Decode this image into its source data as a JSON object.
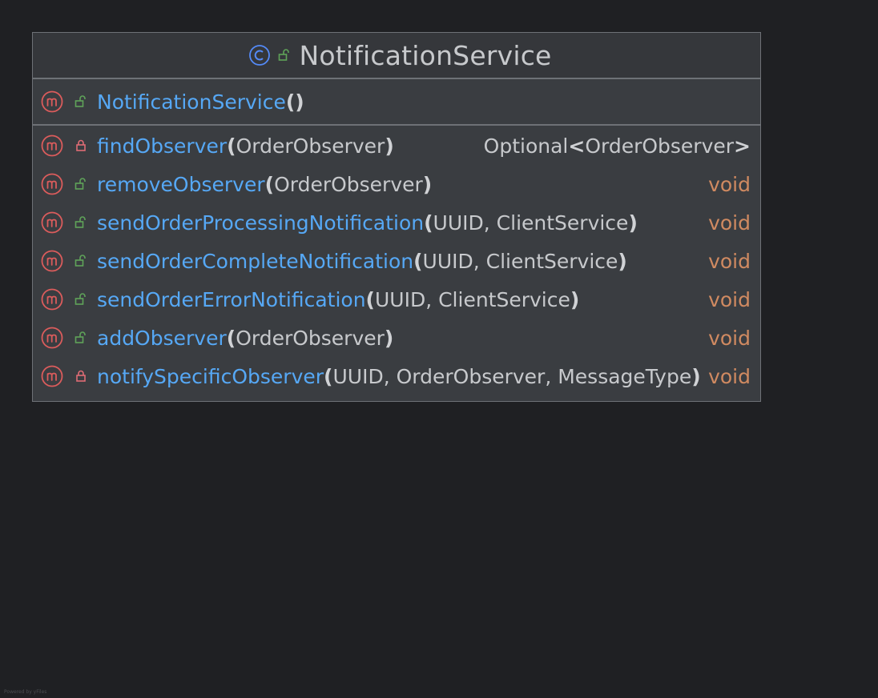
{
  "class": {
    "name": "NotificationService",
    "kind": "class",
    "visibility": "public"
  },
  "constructor": {
    "name": "NotificationService",
    "params": "",
    "visibility": "public"
  },
  "methods": [
    {
      "name": "findObserver",
      "params": "OrderObserver",
      "return_pre": "Optional",
      "return_generic": "OrderObserver",
      "visibility": "private"
    },
    {
      "name": "removeObserver",
      "params": "OrderObserver",
      "return": "void",
      "visibility": "public"
    },
    {
      "name": "sendOrderProcessingNotification",
      "params": "UUID, ClientService",
      "return": "void",
      "visibility": "public"
    },
    {
      "name": "sendOrderCompleteNotification",
      "params": "UUID, ClientService",
      "return": "void",
      "visibility": "public"
    },
    {
      "name": "sendOrderErrorNotification",
      "params": "UUID, ClientService",
      "return": "void",
      "visibility": "public"
    },
    {
      "name": "addObserver",
      "params": "OrderObserver",
      "return": "void",
      "visibility": "public"
    },
    {
      "name": "notifySpecificObserver",
      "params": "UUID, OrderObserver, MessageType",
      "return": "void",
      "visibility": "private"
    }
  ],
  "footer": {
    "watermark": "Powered by yFiles"
  },
  "colors": {
    "background": "#1f2023",
    "box": "#3a3d41",
    "border": "#6e7176",
    "method_name": "#56a8f5",
    "void": "#d08a61",
    "public_lock": "#5fa359",
    "private_lock": "#e06c75",
    "method_icon": "#db5c5c",
    "class_icon": "#548af7"
  },
  "icons": {
    "class": "class-icon",
    "method": "method-icon",
    "public": "unlocked-icon",
    "private": "locked-icon"
  }
}
